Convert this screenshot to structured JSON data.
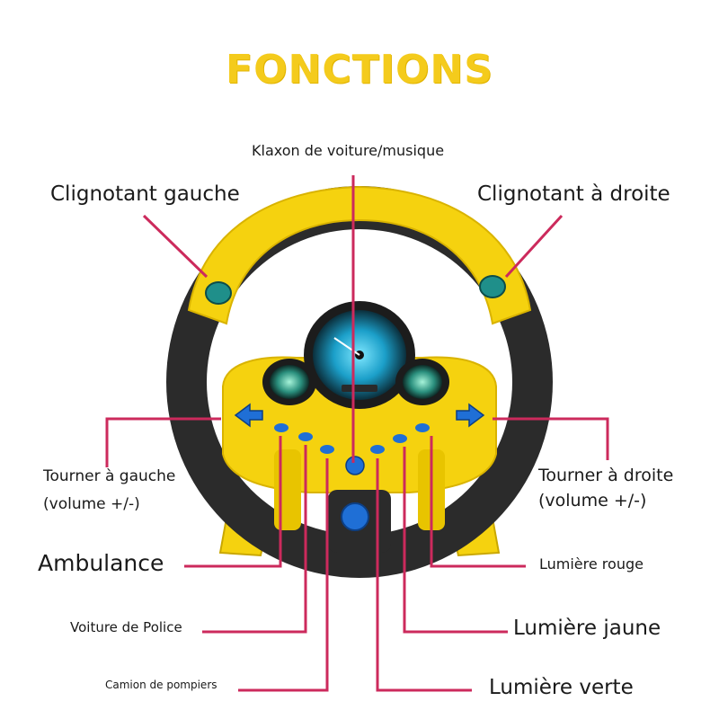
{
  "title": "FONCTIONS",
  "labels": {
    "klaxon": "Klaxon de voiture/musique",
    "clignotant_gauche": "Clignotant gauche",
    "clignotant_droite": "Clignotant à droite",
    "tourner_gauche_1": "Tourner à gauche",
    "tourner_gauche_2": "(volume +/-)",
    "tourner_droite_1": "Tourner à droite",
    "tourner_droite_2": "(volume +/-)",
    "ambulance": "Ambulance",
    "lumiere_rouge": "Lumière rouge",
    "voiture_police": "Voiture de Police",
    "lumiere_jaune": "Lumière jaune",
    "camion_pompiers": "Camion de pompiers",
    "lumiere_verte": "Lumière verte"
  },
  "colors": {
    "title": "#f4cb1c",
    "wheel_yellow": "#f5d20f",
    "wheel_black": "#2b2b2b",
    "button_blue": "#1f6fd6",
    "callout_line": "#cc2a5c"
  }
}
